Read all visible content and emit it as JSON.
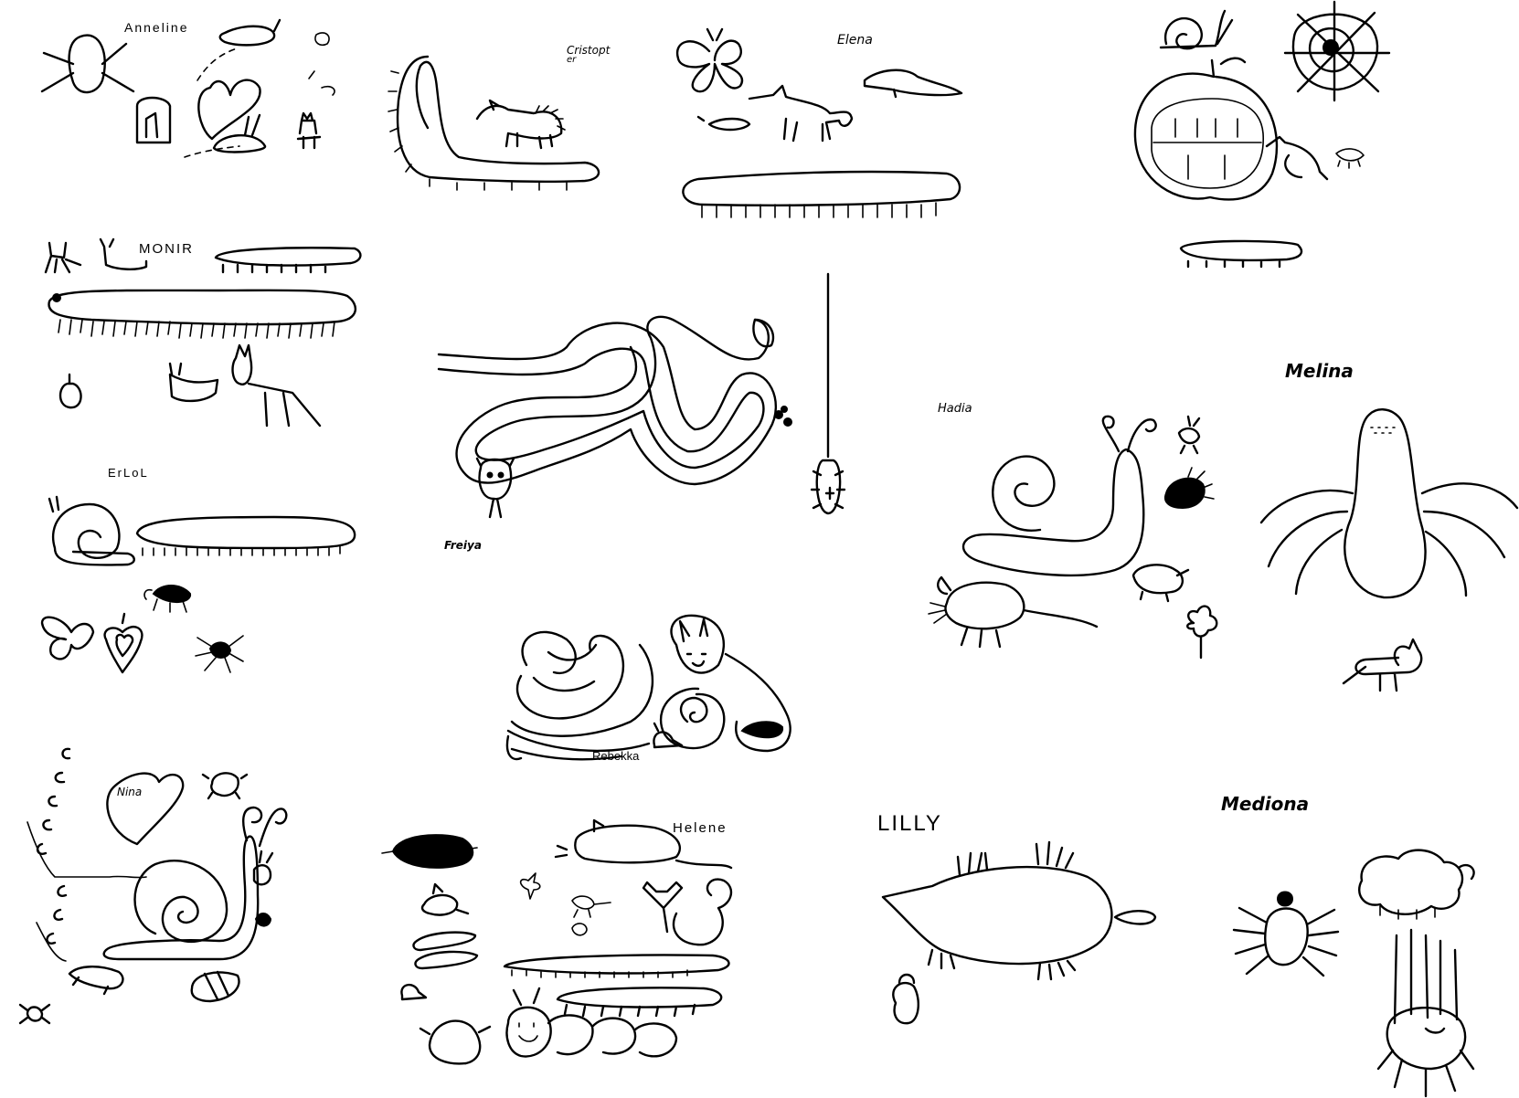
{
  "names": {
    "anneline": "Anneline",
    "cristopher_line1": "Cristopt",
    "cristopher_line2": "er",
    "elena": "Elena",
    "monir": "MONIR",
    "erlol": "ErLoL",
    "hadia": "Hadia",
    "melina": "Melina",
    "freya": "Freiya",
    "rebekka": "Rebekka",
    "nina": "Nina",
    "helene": "Helene",
    "lilly": "LILLY",
    "mediona": "Mediona"
  },
  "ink_color": "#000000",
  "background_color": "#ffffff"
}
